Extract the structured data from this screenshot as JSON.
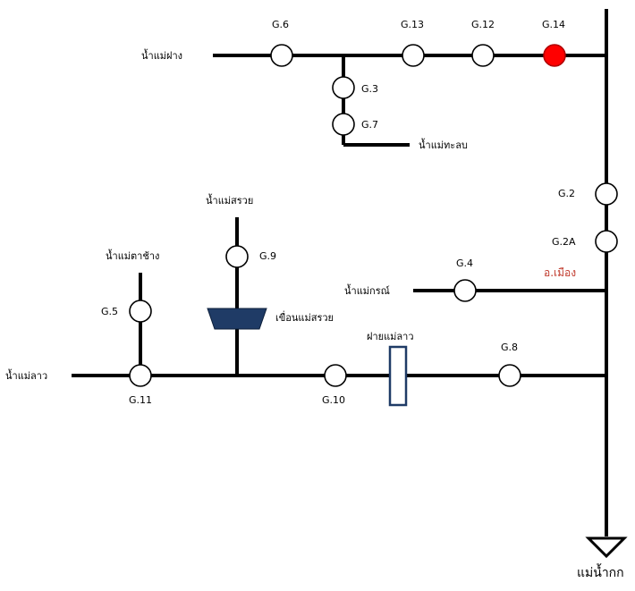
{
  "colors": {
    "line": "#000000",
    "gauge_fill": "#ffffff",
    "gauge_alert": "#ff0000",
    "dam": "#1f3b66",
    "weir": "#1f3b66",
    "city_label": "#c0392b"
  },
  "rivers": {
    "mae_fang": "น้ำแม่ฝาง",
    "mae_taloub": "น้ำแม่ทะลบ",
    "mae_suai": "น้ำแม่สรวย",
    "mae_ta_chang": "น้ำแม่ตาช้าง",
    "mae_korn": "น้ำแม่กรณ์",
    "mae_lao": "น้ำแม่ลาว",
    "mae_kok": "แม่น้ำกก"
  },
  "structures": {
    "dam": "เขื่อนแม่สรวย",
    "weir": "ฝายแม่ลาว",
    "city": "อ.เมือง"
  },
  "gauges": {
    "g6": "G.6",
    "g13": "G.13",
    "g12": "G.12",
    "g14": "G.14",
    "g3": "G.3",
    "g7": "G.7",
    "g2": "G.2",
    "g2a": "G.2A",
    "g4": "G.4",
    "g9": "G.9",
    "g5": "G.5",
    "g11": "G.11",
    "g10": "G.10",
    "g8": "G.8"
  },
  "alert_gauges": [
    "G.14"
  ]
}
